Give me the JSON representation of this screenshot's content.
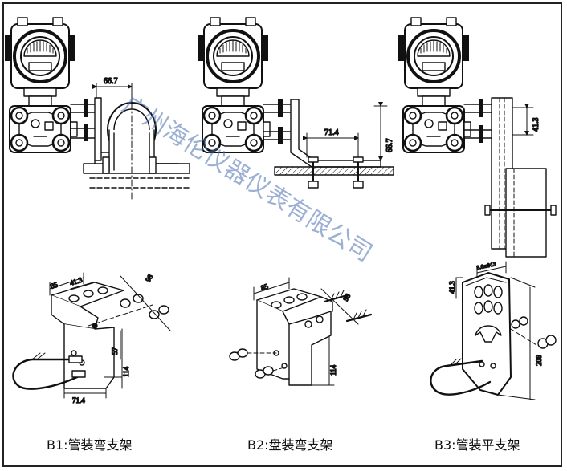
{
  "watermark": "广州海伦仪器仪表有限公司",
  "top": {
    "b1": {
      "dim_width": "66.7"
    },
    "b2": {
      "dim_width": "71.4",
      "dim_height": "66.7"
    },
    "b3": {
      "dim_height": "41.3"
    }
  },
  "bottom": {
    "b1": {
      "dim_top_a": "85",
      "dim_top_b": "41.3",
      "dim_right": "98",
      "dim_r": "57",
      "dim_height": "114",
      "dim_bottom": "71.4"
    },
    "b2": {
      "dim_top": "85",
      "dim_right": "98",
      "dim_height": "114"
    },
    "b3": {
      "dim_top_a": "41.3",
      "dim_top_b": "8.6xΦ13",
      "dim_height": "208"
    }
  },
  "captions": [
    "B1:管装弯支架",
    "B2:盘装弯支架",
    "B3:管装平支架"
  ]
}
